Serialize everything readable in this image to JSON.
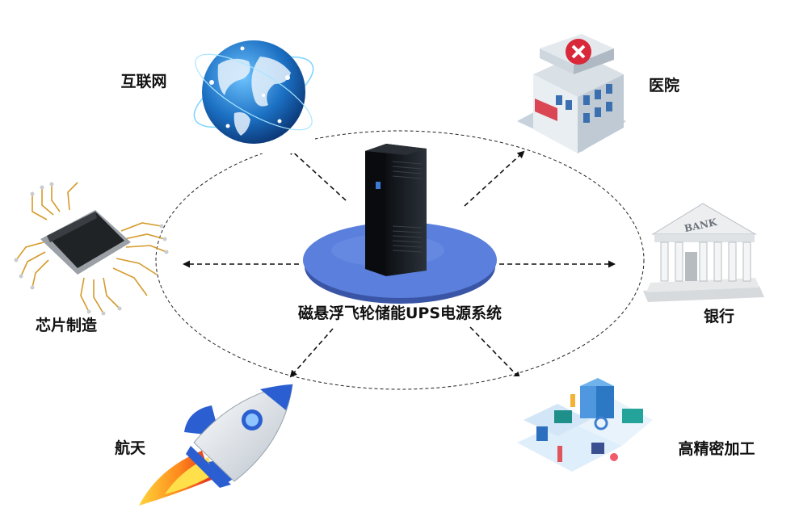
{
  "center": {
    "label": "磁悬浮飞轮储能UPS电源系统"
  },
  "nodes": [
    {
      "id": "internet",
      "label": "互联网",
      "icon": "globe-icon"
    },
    {
      "id": "hospital",
      "label": "医院",
      "icon": "hospital-icon"
    },
    {
      "id": "bank",
      "label": "银行",
      "icon": "bank-icon",
      "sign": "BANK"
    },
    {
      "id": "precision",
      "label": "高精密加工",
      "icon": "precision-factory-icon"
    },
    {
      "id": "aerospace",
      "label": "航天",
      "icon": "rocket-icon"
    },
    {
      "id": "chip",
      "label": "芯片制造",
      "icon": "chip-icon"
    }
  ],
  "colors": {
    "platform": "#5b7fdc",
    "cabinet": "#15181d",
    "arrow": "#111111"
  }
}
